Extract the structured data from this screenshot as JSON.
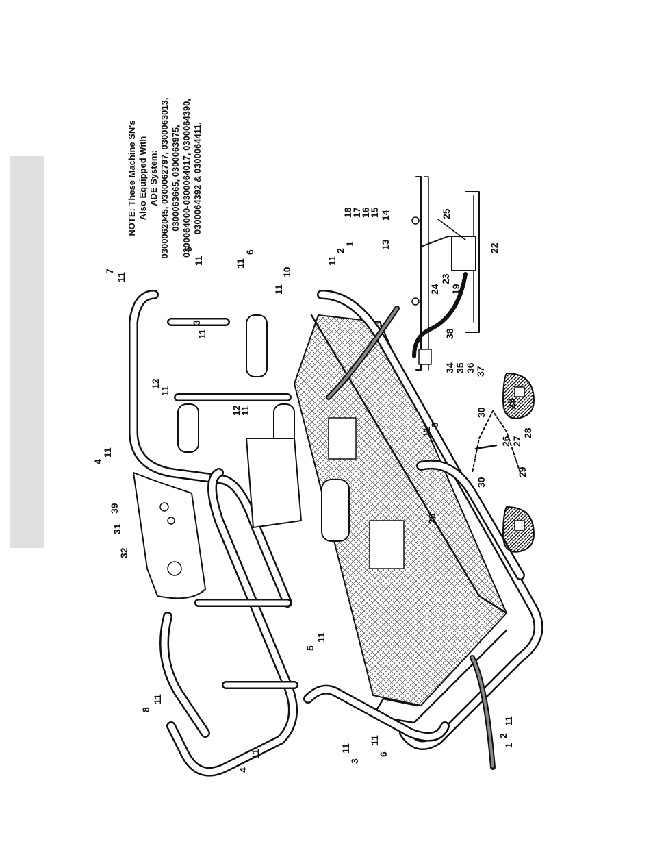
{
  "note": {
    "lines": [
      "NOTE:  These Machine SN's",
      "Also Equipped With",
      "ADE System:",
      "0300062045, 0300062797, 0300063013,",
      "0300063665, 0300063975,",
      "0300064000-0300064017, 0300064390,",
      "0300064392 & 0300064411."
    ]
  },
  "callouts": {
    "c1a": "1",
    "c2a": "2",
    "c11a": "11",
    "c3a": "3",
    "c11b": "11",
    "c6a": "6",
    "c11c": "11",
    "c4a": "4",
    "c11d": "11",
    "c8": "8",
    "c11e": "11",
    "c5a": "5",
    "c11f": "11",
    "c32": "32",
    "c31": "31",
    "c39": "39",
    "c4b": "4",
    "c11g": "11",
    "c12a": "12",
    "c11h": "11",
    "c12b": "12",
    "c11i": "11",
    "c7": "7",
    "c11j": "11",
    "c5b": "5",
    "c11k": "11",
    "c3b": "3",
    "c11l": "11",
    "c11m": "11",
    "c6b": "6",
    "c11n": "11",
    "c10": "10",
    "c11o": "11",
    "c2b": "2",
    "c1b": "1",
    "c11p": "11",
    "c9": "9",
    "c20": "20",
    "c30a": "30",
    "c29a": "29",
    "c26": "26",
    "c27": "27",
    "c28": "28",
    "c30b": "30",
    "c29b": "29",
    "c34": "34",
    "c35": "35",
    "c36": "36",
    "c37": "37",
    "c38": "38",
    "c24": "24",
    "c23": "23",
    "c19": "19",
    "c22": "22",
    "c25": "25",
    "c13": "13",
    "c18": "18",
    "c17": "17",
    "c16": "16",
    "c15": "15",
    "c14": "14"
  }
}
